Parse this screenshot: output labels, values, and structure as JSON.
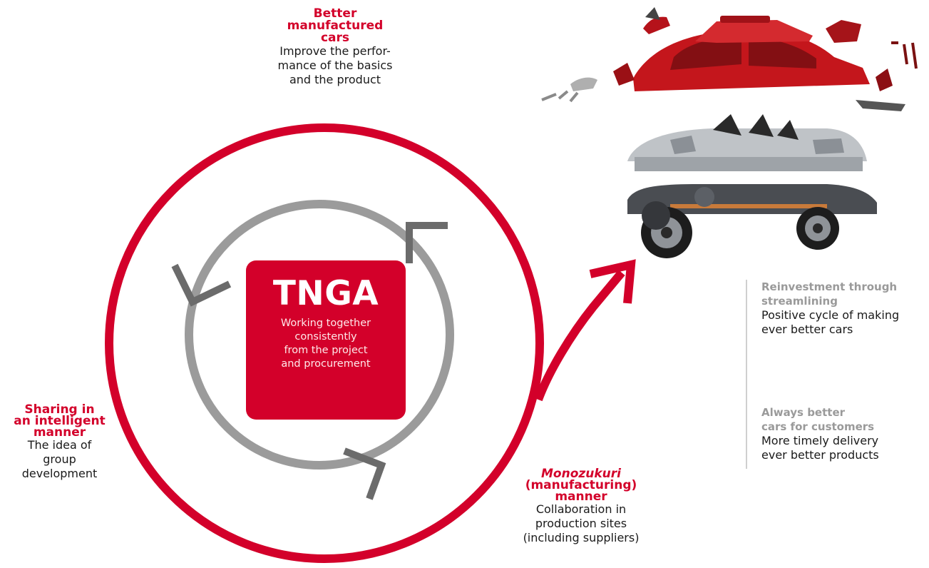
{
  "center": {
    "title": "TNGA",
    "description": [
      "Working together",
      "consistently",
      "from the project",
      "and procurement"
    ]
  },
  "labels": {
    "top": {
      "title": [
        "Better",
        "manufactured",
        "cars"
      ],
      "description": [
        "Improve the perfor-",
        "mance of the basics",
        "and the product"
      ]
    },
    "left": {
      "title": [
        "Sharing in",
        "an intelligent",
        "manner"
      ],
      "description": [
        "The idea of",
        "group",
        "development"
      ]
    },
    "bottom": {
      "title_italic": "Monozukuri",
      "title": [
        "(manufacturing)",
        "manner"
      ],
      "description": [
        "Collaboration in",
        "production sites",
        "(including suppliers)"
      ]
    }
  },
  "right_info": [
    {
      "heading": [
        "Reinvestment through",
        "streamlining"
      ],
      "description": [
        "Positive cycle of making",
        "ever better cars"
      ]
    },
    {
      "heading": [
        "Always better",
        "cars for customers"
      ],
      "description": [
        "More timely delivery",
        "ever better products"
      ]
    }
  ],
  "colors": {
    "accent_red": "#d3002a",
    "ring_gray": "#9b9b9b",
    "arrow_gray": "#6b6b6b",
    "heading_gray": "#9a9a9a"
  },
  "illustration": "exploded-car-body-chassis-icon"
}
